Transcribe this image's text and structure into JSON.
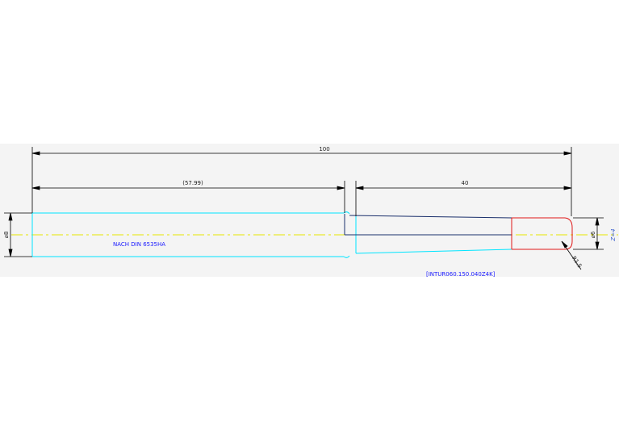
{
  "drawing": {
    "dimensions": {
      "overall_length": "100",
      "shank_length": "(57.99)",
      "tip_length": "40",
      "shank_diameter": "⌀8",
      "tip_diameter": "⌀6",
      "tip_radius": "R1.5",
      "teeth": "Z=4"
    },
    "notes": {
      "standard": "NACH DIN 6535HA",
      "part_number": "[INTUR060.150.040Z4K]"
    },
    "colors": {
      "dimension": "#000000",
      "shank_outline": "#00e5ff",
      "body_outline": "#1a2f6b",
      "tip_outline": "#e01818",
      "centerline": "#e6e600",
      "note_text": "#1a1aff",
      "teeth_text": "#3a5fcd",
      "band": "#f4f4f4"
    }
  }
}
